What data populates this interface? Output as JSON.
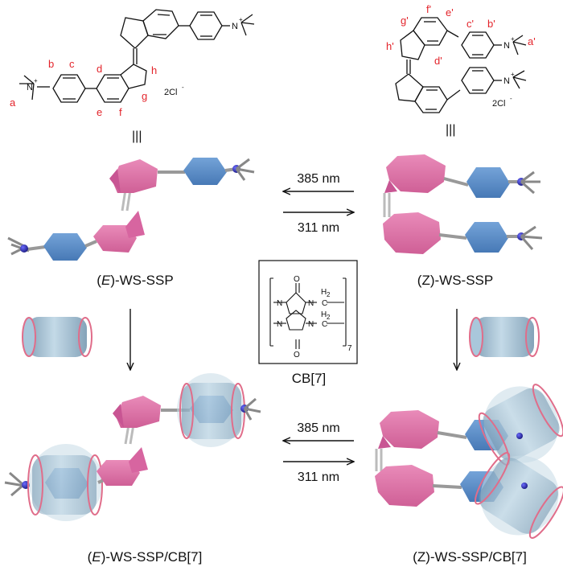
{
  "structures": {
    "e_isomer": {
      "proton_labels": [
        "a",
        "b",
        "c",
        "d",
        "e",
        "f",
        "g",
        "h"
      ],
      "atom_symbol": "N",
      "charge": "+",
      "counterion": "2Cl",
      "counterion_charge": "-"
    },
    "z_isomer": {
      "proton_labels": [
        "a'",
        "b'",
        "c'",
        "d'",
        "e'",
        "f'",
        "g'",
        "h'"
      ],
      "atom_symbol": "N",
      "charge": "+",
      "counterion": "2Cl",
      "counterion_charge": "-"
    }
  },
  "equivalence_symbol": "|||",
  "labels": {
    "e_name_pre": "(",
    "e_name_italic": "E",
    "e_name_post": ")-WS-SSP",
    "z_name": "(Z)-WS-SSP",
    "e_complex_pre": "(",
    "e_complex_italic": "E",
    "e_complex_post": ")-WS-SSP/CB[7]",
    "z_complex": "(Z)-WS-SSP/CB[7]",
    "cb_name": "CB[7]"
  },
  "switching": {
    "top": {
      "upper_wavelength": "385 nm",
      "lower_wavelength": "311 nm"
    },
    "bottom": {
      "upper_wavelength": "385 nm",
      "lower_wavelength": "311 nm"
    }
  },
  "cb7_structure": {
    "atoms": {
      "oxygen": "O",
      "nitrogen": "N",
      "hydrogen": "H",
      "carbon": "C"
    },
    "methylene_subscript": "2",
    "repeat_count": "7"
  },
  "colors": {
    "pink_unit": "#de6fa6",
    "blue_unit": "#5b8fc9",
    "host_fill": "#8fb6cf",
    "host_rim": "#e06d8a",
    "nitrogen_ball": "#2a2aa0",
    "proton_label": "#e3242b"
  }
}
